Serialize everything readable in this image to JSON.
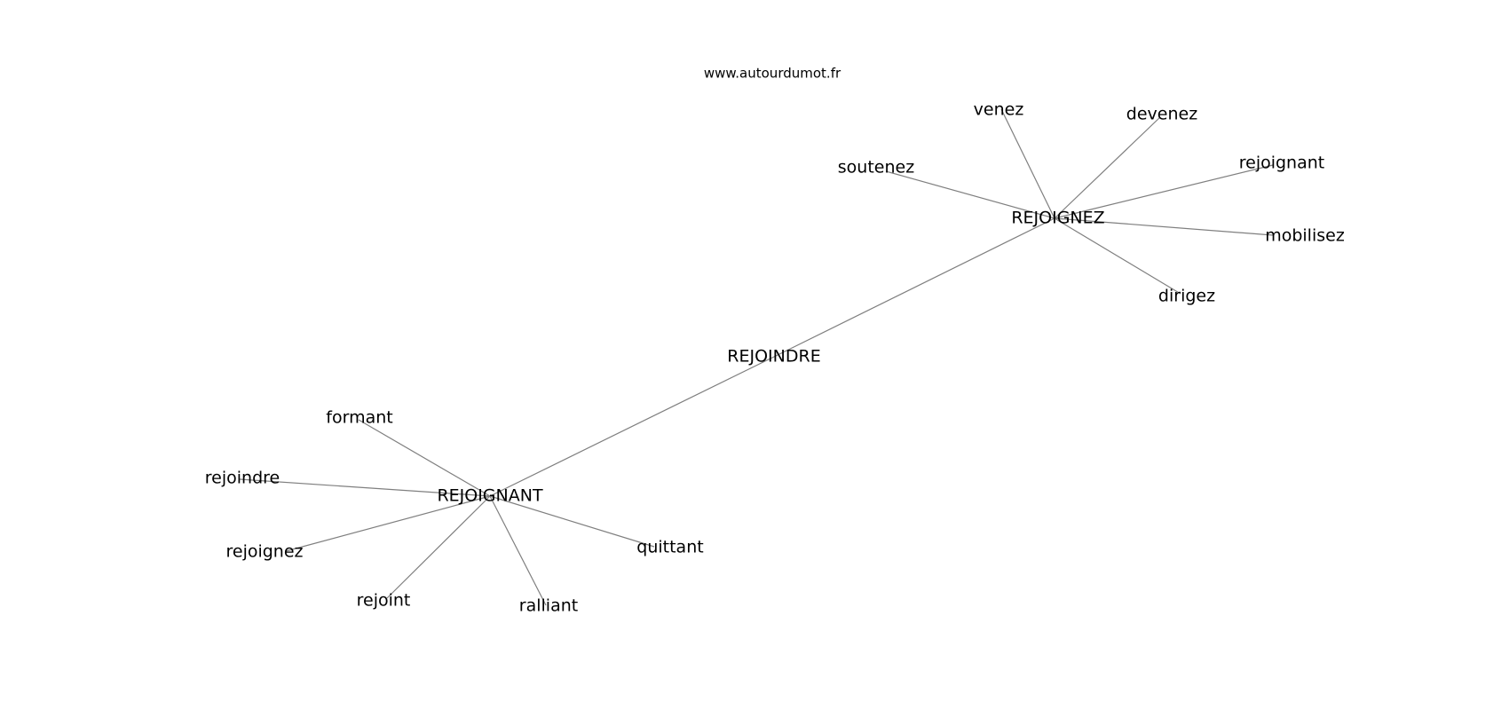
{
  "source": "www.autourdumot.fr",
  "nodes": [
    {
      "id": "REJOINDRE",
      "label": "REJOINDRE"
    },
    {
      "id": "REJOIGNEZ",
      "label": "REJOIGNEZ"
    },
    {
      "id": "REJOIGNANT",
      "label": "REJOIGNANT"
    },
    {
      "id": "venez",
      "label": "venez"
    },
    {
      "id": "devenez",
      "label": "devenez"
    },
    {
      "id": "soutenez",
      "label": "soutenez"
    },
    {
      "id": "rejoignant",
      "label": "rejoignant"
    },
    {
      "id": "mobilisez",
      "label": "mobilisez"
    },
    {
      "id": "dirigez",
      "label": "dirigez"
    },
    {
      "id": "formant",
      "label": "formant"
    },
    {
      "id": "rejoindre",
      "label": "rejoindre"
    },
    {
      "id": "rejoignez",
      "label": "rejoignez"
    },
    {
      "id": "rejoint",
      "label": "rejoint"
    },
    {
      "id": "ralliant",
      "label": "ralliant"
    },
    {
      "id": "quittant",
      "label": "quittant"
    }
  ],
  "edges": [
    [
      "REJOINDRE",
      "REJOIGNEZ"
    ],
    [
      "REJOINDRE",
      "REJOIGNANT"
    ],
    [
      "REJOIGNEZ",
      "venez"
    ],
    [
      "REJOIGNEZ",
      "devenez"
    ],
    [
      "REJOIGNEZ",
      "soutenez"
    ],
    [
      "REJOIGNEZ",
      "rejoignant"
    ],
    [
      "REJOIGNEZ",
      "mobilisez"
    ],
    [
      "REJOIGNEZ",
      "dirigez"
    ],
    [
      "REJOIGNANT",
      "formant"
    ],
    [
      "REJOIGNANT",
      "rejoindre"
    ],
    [
      "REJOIGNANT",
      "rejoignez"
    ],
    [
      "REJOIGNANT",
      "rejoint"
    ],
    [
      "REJOIGNANT",
      "ralliant"
    ],
    [
      "REJOIGNANT",
      "quittant"
    ]
  ]
}
